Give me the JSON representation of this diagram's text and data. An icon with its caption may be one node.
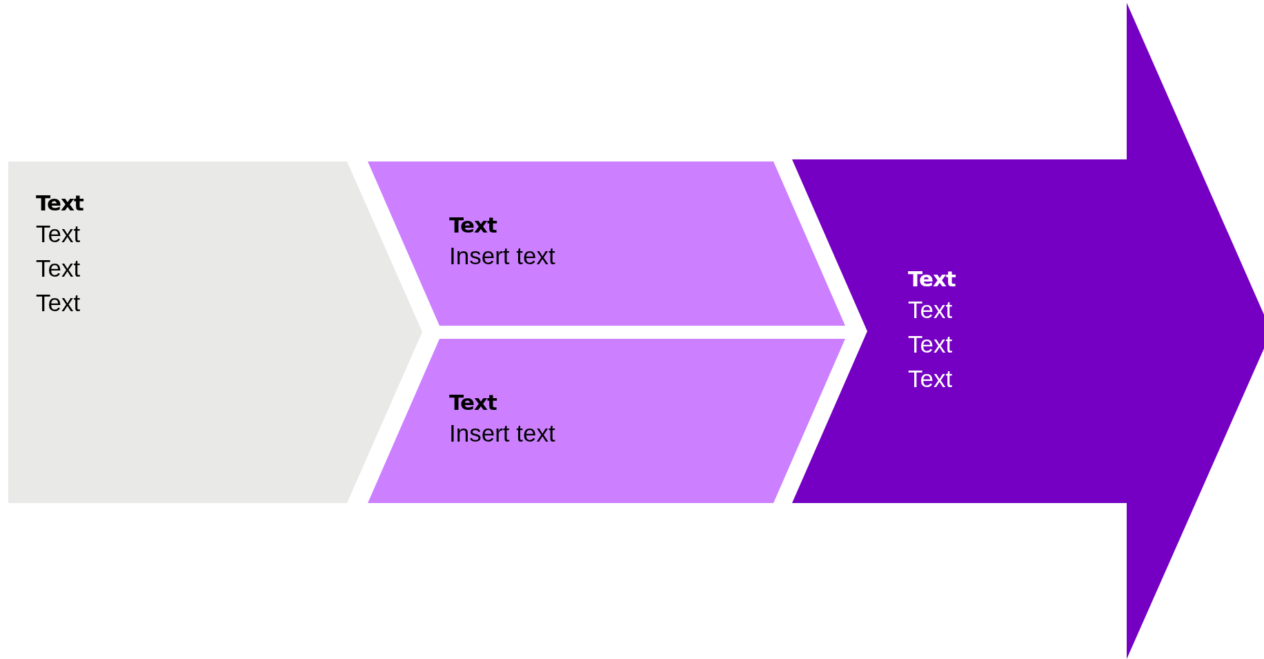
{
  "diagram": {
    "nodes": [
      {
        "text": [
          "Text",
          "Text",
          "Text",
          "Text"
        ]
      },
      {
        "text": [
          "Text",
          "Insert text"
        ]
      },
      {
        "text": [
          "Text",
          "Insert text"
        ]
      },
      {
        "text": [
          "Text",
          "Text",
          "Text",
          "Text"
        ]
      }
    ]
  }
}
